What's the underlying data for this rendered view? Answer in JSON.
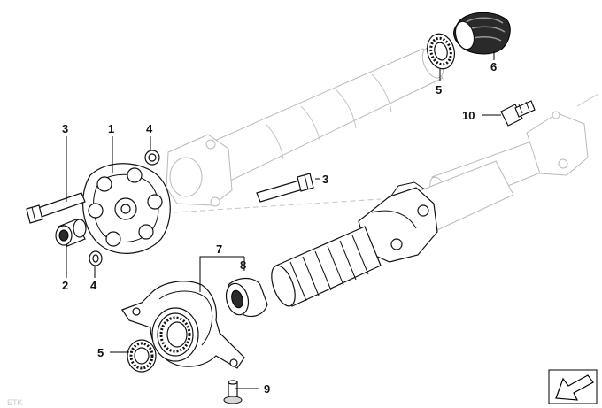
{
  "diagram": {
    "callouts": {
      "flex_disc": "1",
      "centering_sleeve": "2",
      "bolt_left": "3",
      "bolt_right": "3",
      "nut_top": "4",
      "nut_bottom": "4",
      "needle_bearing_top": "5",
      "needle_bearing_bottom": "5",
      "boot": "6",
      "center_bearing": "7",
      "groove_ball_bearing": "8",
      "support_bolt": "9",
      "flange_bolt": "10"
    },
    "icons": {
      "orientation": "arrow-down-left-icon"
    },
    "watermark": "ETK"
  }
}
